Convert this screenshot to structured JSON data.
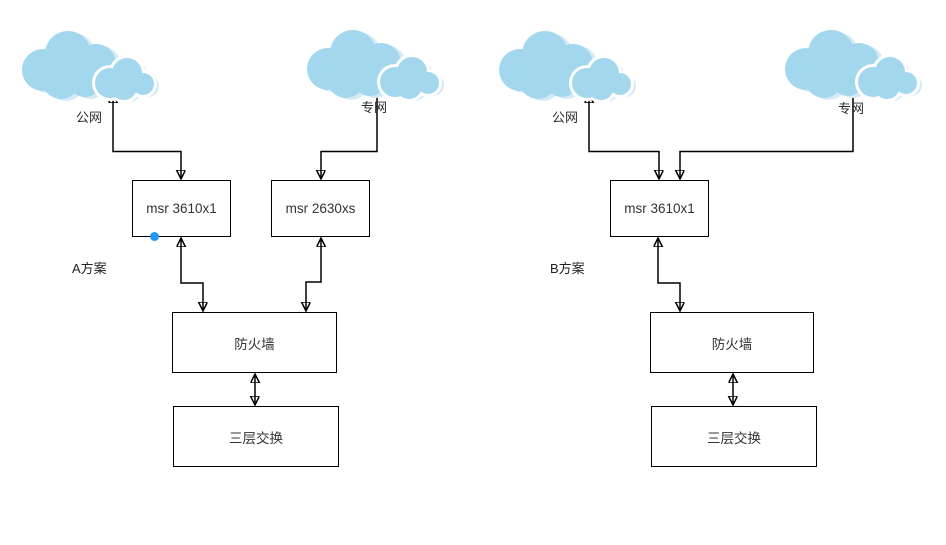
{
  "scheme_a": {
    "label": "A方案",
    "cloud_public_label": "公网",
    "cloud_private_label": "专网",
    "router_left_label": "msr 3610x1",
    "router_right_label": "msr 2630xs",
    "firewall_label": "防火墙",
    "switch_label": "三层交换"
  },
  "scheme_b": {
    "label": "B方案",
    "cloud_public_label": "公网",
    "cloud_private_label": "专网",
    "router_label": "msr 3610x1",
    "firewall_label": "防火墙",
    "switch_label": "三层交换"
  },
  "colors": {
    "cloud_fill": "#A3D7ED",
    "cloud_halo": "#D4EBF7",
    "connector_line": "#000000",
    "node_border": "#000000",
    "node_text": "#333333",
    "connection_point": "#2196F3"
  }
}
